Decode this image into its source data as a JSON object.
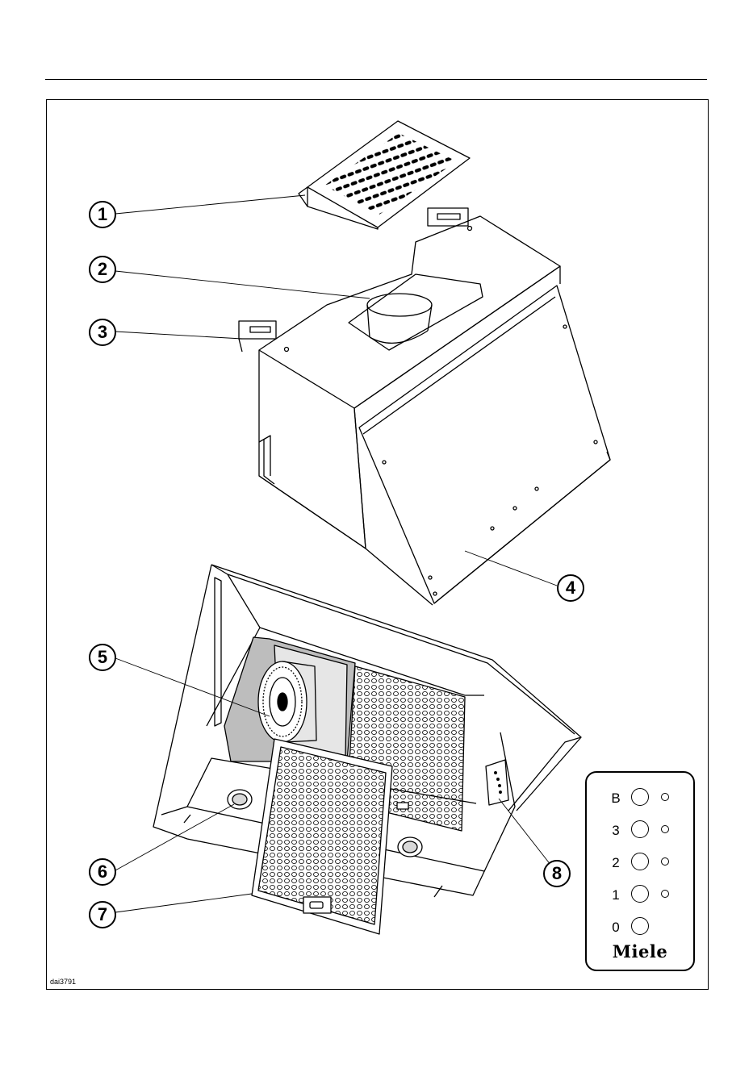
{
  "figure": {
    "callouts": [
      "1",
      "2",
      "3",
      "4",
      "5",
      "6",
      "7",
      "8"
    ],
    "figure_code": "dai3791"
  },
  "control_panel": {
    "rows": [
      {
        "label": "B",
        "has_led": true
      },
      {
        "label": "3",
        "has_led": true
      },
      {
        "label": "2",
        "has_led": true
      },
      {
        "label": "1",
        "has_led": true
      },
      {
        "label": "0",
        "has_led": false
      }
    ],
    "brand": "Miele"
  }
}
